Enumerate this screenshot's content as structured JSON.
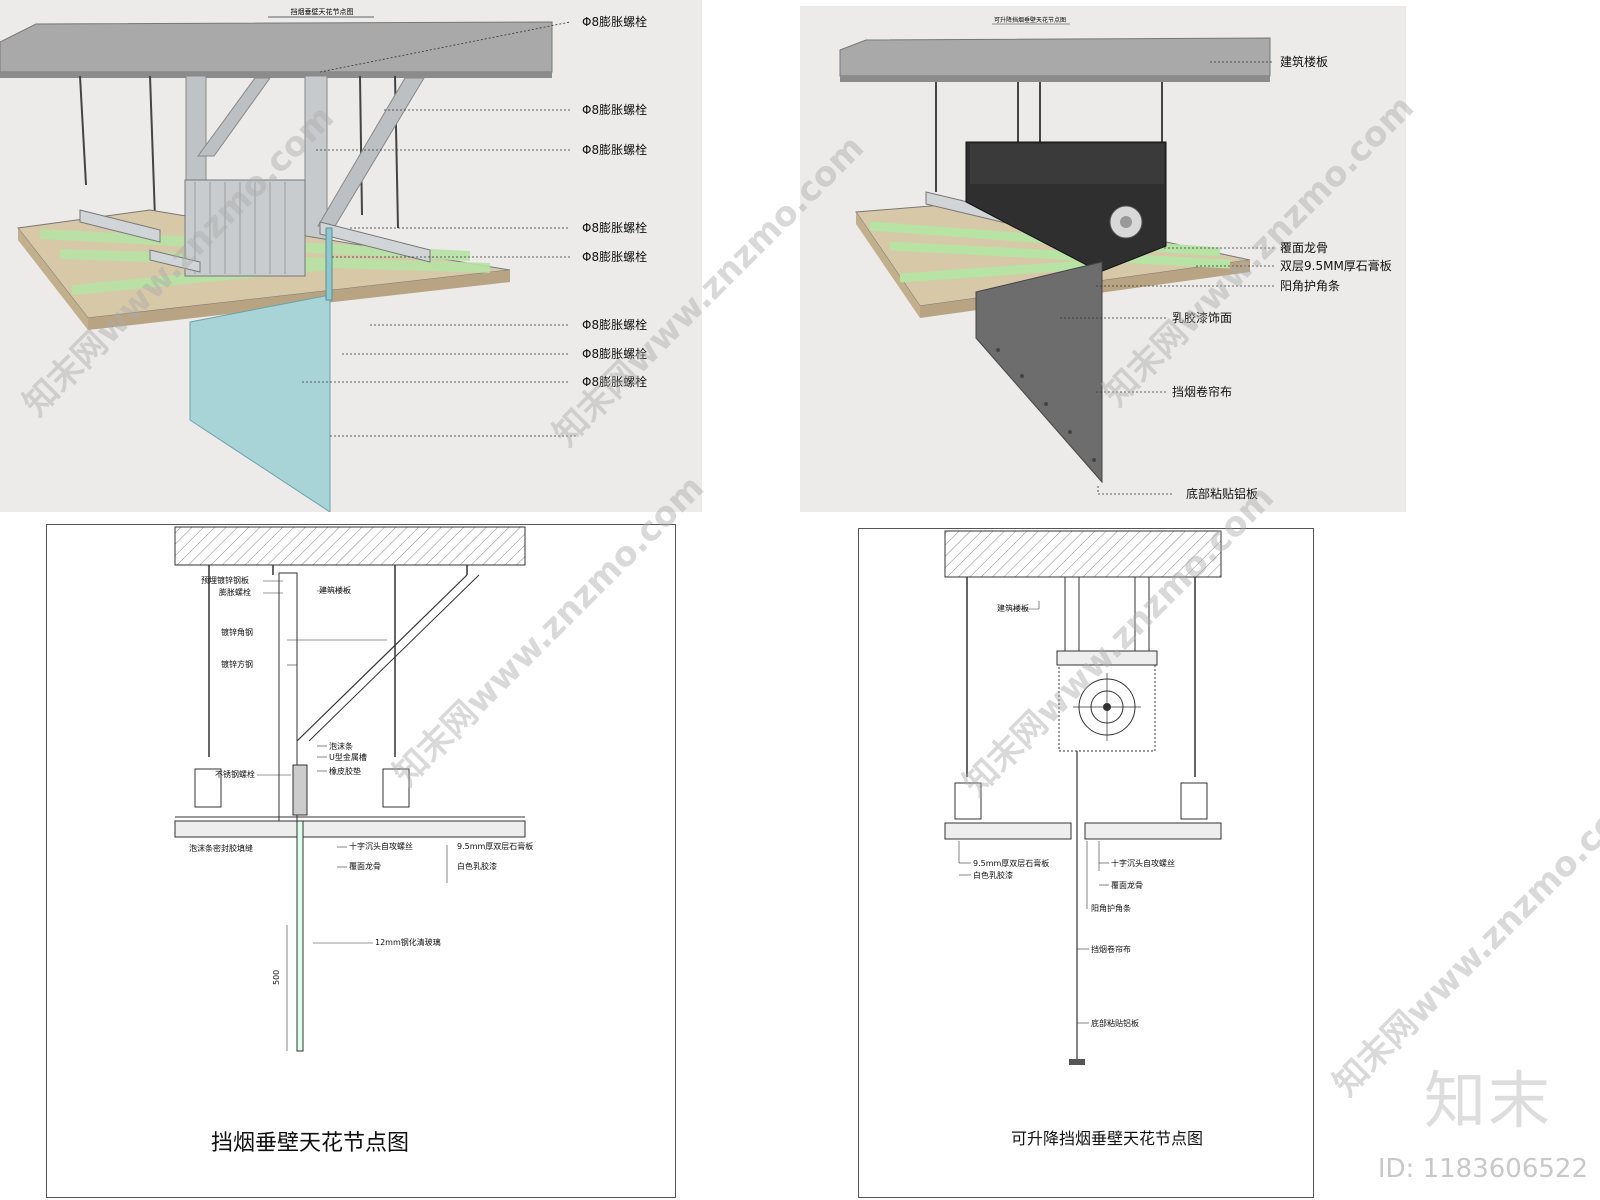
{
  "panel_tl": {
    "header": "挡烟垂壁天花节点图",
    "callouts": [
      "Φ8膨胀螺栓",
      "Φ8膨胀螺栓",
      "Φ8膨胀螺栓",
      "Φ8膨胀螺栓",
      "Φ8膨胀螺栓",
      "Φ8膨胀螺栓",
      "Φ8膨胀螺栓",
      "Φ8膨胀螺栓"
    ]
  },
  "panel_tr": {
    "header": "可升降挡烟垂壁天花节点图",
    "callouts": [
      "建筑楼板",
      "覆面龙骨",
      "双层9.5MM厚石膏板",
      "阳角护角条",
      "乳胶漆饰面",
      "挡烟卷帘布",
      "底部粘贴铝板"
    ]
  },
  "panel_bl": {
    "labels": [
      "预埋镀锌钢板",
      "膨胀螺栓",
      "建筑楼板",
      "镀锌角钢",
      "镀锌方钢",
      "泡沫条",
      "U型金属槽",
      "橡皮胶垫",
      "不锈钢螺栓",
      "泡沫条密封胶填缝",
      "十字沉头自攻螺丝",
      "9.5mm厚双层石膏板",
      "覆面龙骨",
      "白色乳胶漆",
      "12mm钢化清玻璃"
    ],
    "dimension": "500",
    "caption": "挡烟垂壁天花节点图"
  },
  "panel_br": {
    "labels": [
      "建筑楼板",
      "9.5mm厚双层石膏板",
      "白色乳胶漆",
      "十字沉头自攻螺丝",
      "覆面龙骨",
      "阳角护角条",
      "挡烟卷帘布",
      "底部粘贴铝板"
    ],
    "caption": "可升降挡烟垂壁天花节点图"
  },
  "watermark": "知末网www.znzmo.com",
  "brand": {
    "logo": "知末",
    "id": "ID: 1183606522"
  }
}
